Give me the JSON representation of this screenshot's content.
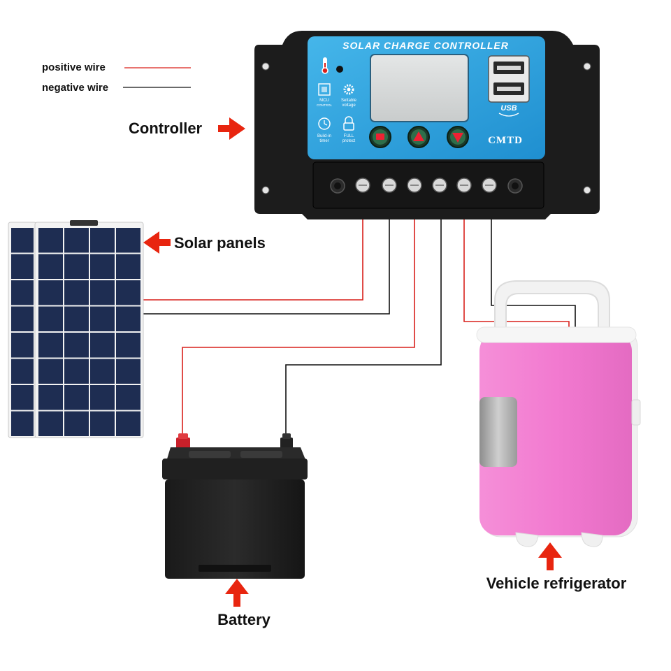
{
  "legend": {
    "positive_label": "positive wire",
    "negative_label": "negative wire",
    "positive_color": "#d9201b",
    "negative_color": "#111111"
  },
  "labels": {
    "controller": "Controller",
    "solar_panels": "Solar panels",
    "battery": "Battery",
    "refrigerator": "Vehicle refrigerator"
  },
  "controller": {
    "title": "SOLAR CHARGE CONTROLLER",
    "features": [
      "MCU",
      "CONTROL",
      "Settable",
      "voltage",
      "Build-in",
      "timer",
      "FULL",
      "protect"
    ],
    "usb_label": "USB",
    "brand": "CMTD",
    "face_color": "#33a7e0"
  },
  "colors": {
    "arrow": "#e8250f",
    "fridge": "#f27ad0",
    "panel_cell": "#1e2d52"
  }
}
